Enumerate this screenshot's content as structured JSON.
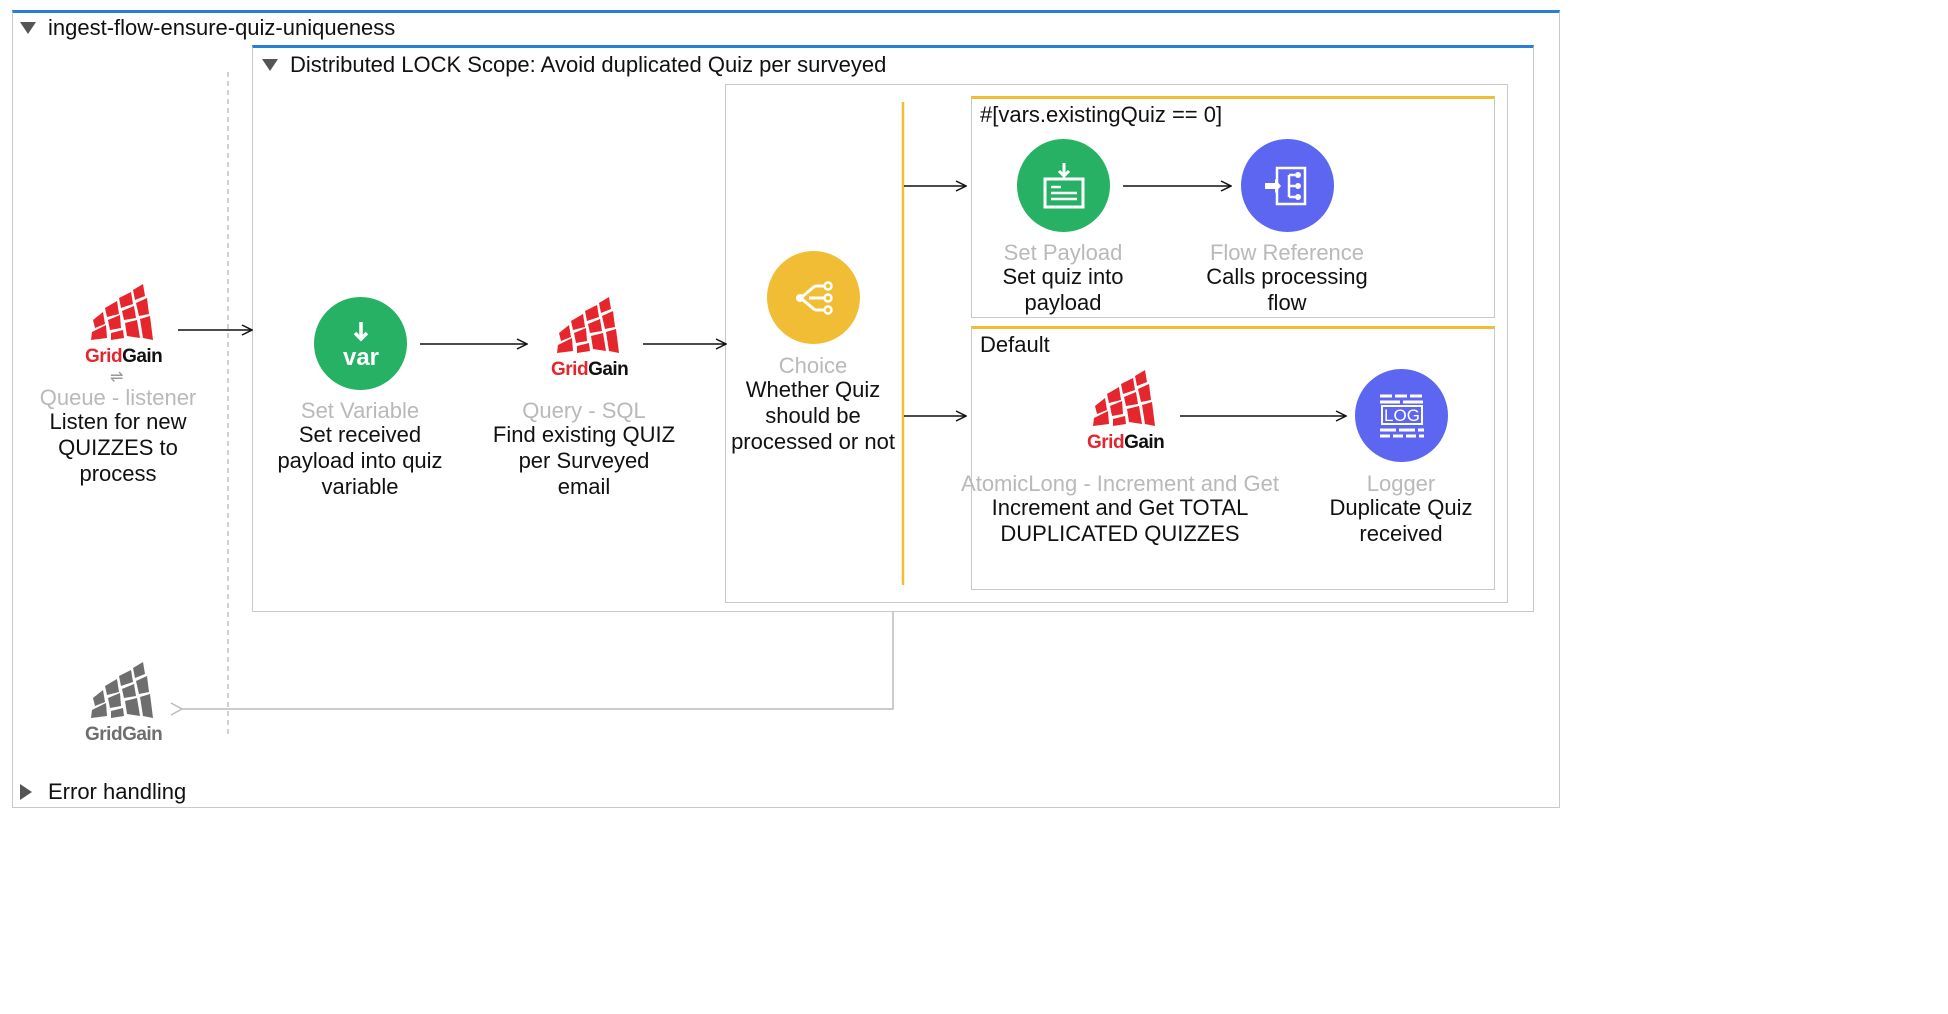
{
  "flow": {
    "name": "ingest-flow-ensure-quiz-uniqueness",
    "error_handling_label": "Error handling"
  },
  "scope": {
    "title": "Distributed LOCK Scope: Avoid duplicated Quiz per surveyed"
  },
  "source": {
    "type": "Queue - listener",
    "description": [
      "Listen for new",
      "QUIZZES to",
      "process"
    ],
    "logo_text": {
      "grid": "Grid",
      "gain": "Gain"
    }
  },
  "steps": [
    {
      "type": "Set Variable",
      "description": [
        "Set received",
        "payload into quiz",
        "variable"
      ],
      "icon": "var-icon",
      "icon_text": "var",
      "color": "#27b164"
    },
    {
      "type": "Query - SQL",
      "description": [
        "Find existing QUIZ",
        "per Surveyed",
        "email"
      ],
      "icon": "gridgain-logo",
      "logo_text": {
        "grid": "Grid",
        "gain": "Gain"
      }
    },
    {
      "type": "Choice",
      "description": [
        "Whether Quiz",
        "should be",
        "processed or not"
      ],
      "icon": "choice-icon",
      "color": "#f0bd35"
    }
  ],
  "routes": [
    {
      "condition": "#[vars.existingQuiz == 0]",
      "steps": [
        {
          "type": "Set Payload",
          "description": [
            "Set quiz into",
            "payload"
          ],
          "icon": "set-payload-icon",
          "color": "#27b164"
        },
        {
          "type": "Flow Reference",
          "description": [
            "Calls processing",
            "flow"
          ],
          "icon": "flow-reference-icon",
          "color": "#5d66f0"
        }
      ]
    },
    {
      "condition": "Default",
      "steps": [
        {
          "type": "AtomicLong - Increment and Get",
          "description": [
            "Increment and Get TOTAL",
            "DUPLICATED QUIZZES"
          ],
          "icon": "gridgain-logo",
          "logo_text": {
            "grid": "Grid",
            "gain": "Gain"
          }
        },
        {
          "type": "Logger",
          "description": [
            "Duplicate Quiz",
            "received"
          ],
          "icon": "log-icon",
          "icon_text": "LOG",
          "color": "#5d66f0"
        }
      ]
    }
  ],
  "response": {
    "icon": "gridgain-logo-gray",
    "logo_text": {
      "grid": "Grid",
      "gain": "Gain"
    }
  },
  "colors": {
    "accent_blue": "#2a7fd4",
    "route_gold": "#f0bd35",
    "gridgain_red": "#e5262d",
    "muted_label": "#b9b9b9"
  }
}
